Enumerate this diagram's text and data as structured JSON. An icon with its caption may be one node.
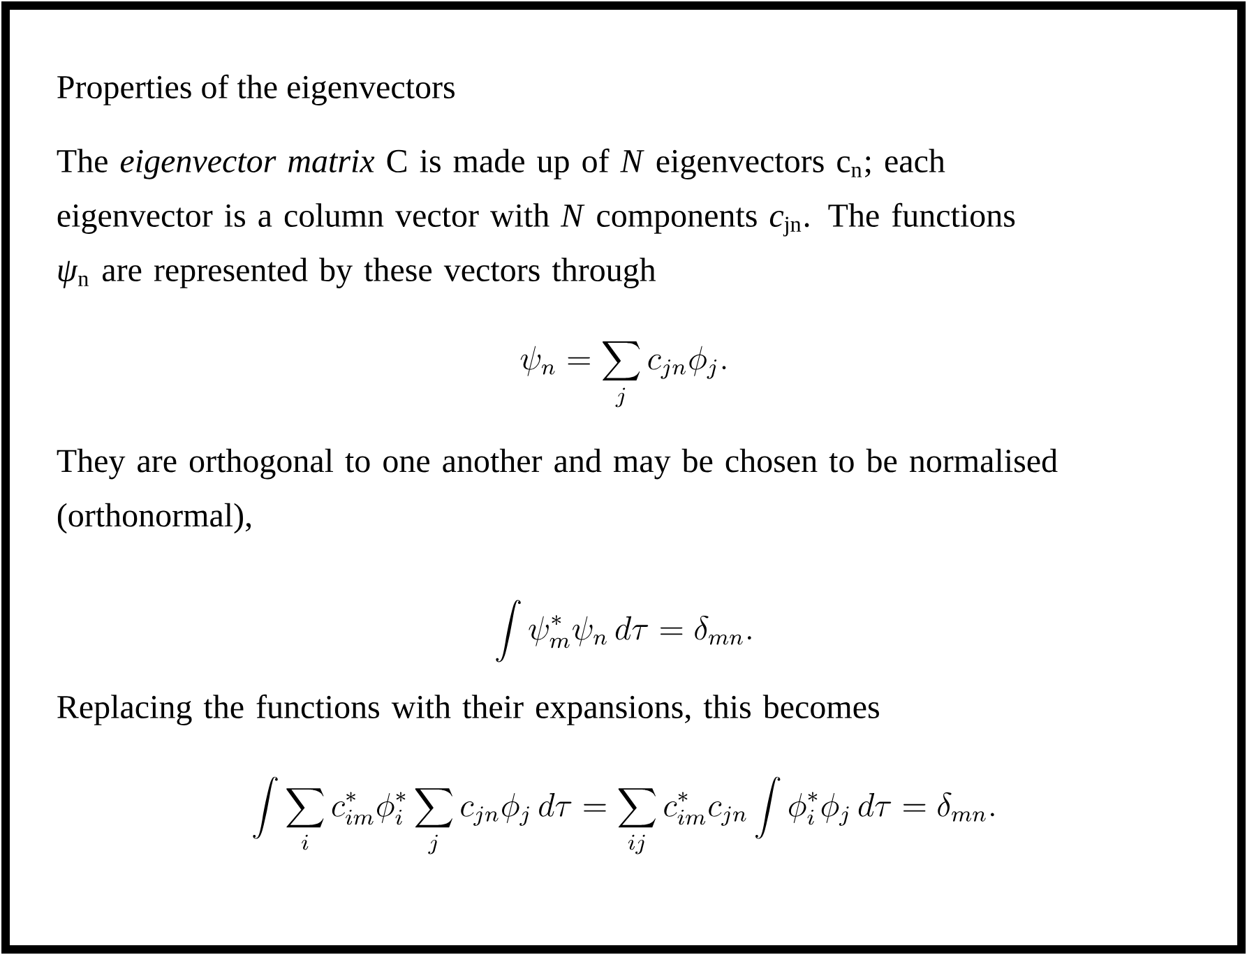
{
  "diagram": {
    "title": "Properties of the eigenvectors",
    "labels": [
      "The *eigenvector matrix* C is made up of *N* eigenvectors c$_{n}$; each eigenvector is a column vector with *N* components *c*$_{jn}$. The functions *ψ*$_{n}$ are represented by these vectors through",
      "\\psi_n = \\sum_j c_{jn}\\phi_j .",
      "They are orthogonal to one another and may be chosen to be normalised (orthonormal),",
      "\\int \\psi_m^* \\psi_n \\, d\\tau = \\delta_{mn} .",
      "Replacing the functions with their expansions, this becomes",
      "\\int \\sum_i c_{im}^* \\phi_i^* \\sum_j c_{jn}\\phi_j \\, d\\tau = \\sum_{ij} c_{im}^* c_{jn} \\int \\phi_i^* \\phi_j \\, d\\tau = \\delta_{mn} ."
    ]
  }
}
